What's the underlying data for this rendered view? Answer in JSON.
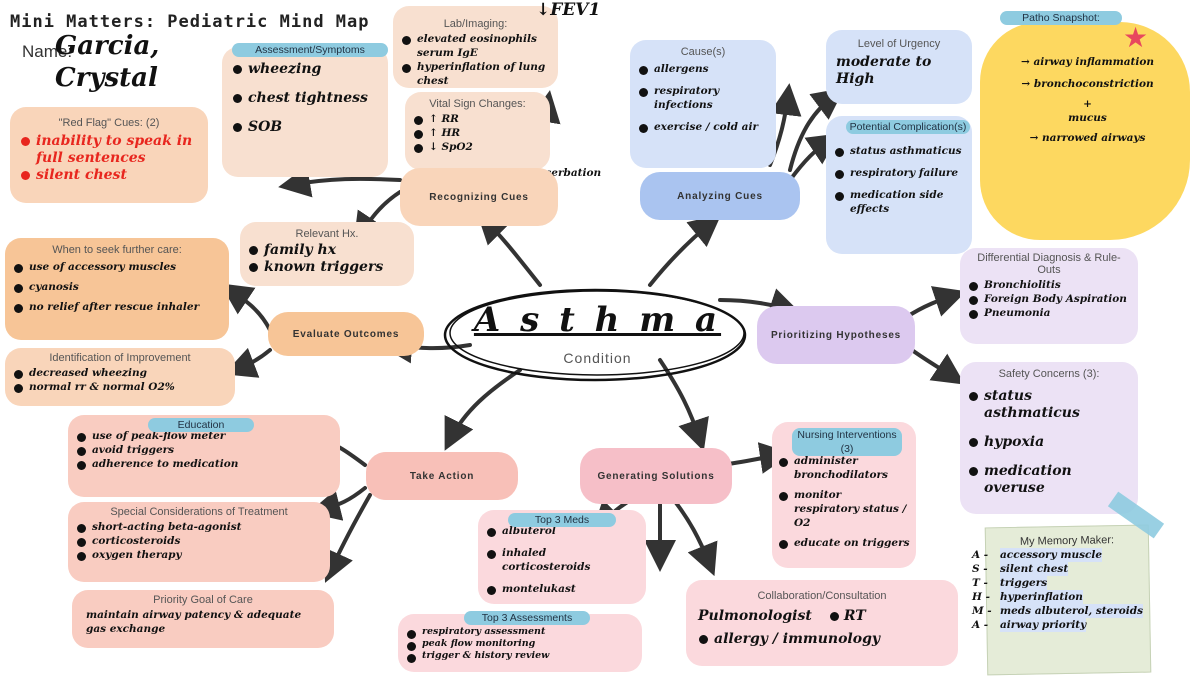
{
  "title": "Mini Matters: Pediatric Mind Map",
  "name_label": "Name:",
  "student_name": "Garcia, Crystal",
  "center": {
    "title": "A s t h m a",
    "subtitle": "Condition"
  },
  "nodes": {
    "recognizing": "Recognizing Cues",
    "analyzing": "Analyzing Cues",
    "prioritizing": "Prioritizing Hypotheses",
    "generating": "Generating Solutions",
    "take_action": "Take Action",
    "evaluate": "Evaluate Outcomes"
  },
  "assessment": {
    "label": "Assessment/Symptoms",
    "items": [
      "wheezing",
      "chest tightness",
      "SOB"
    ]
  },
  "red_flag": {
    "label": "\"Red Flag\" Cues: (2)",
    "items": [
      "inability to speak in full sentences",
      "silent chest"
    ]
  },
  "lab_imaging": {
    "label": "Lab/Imaging:",
    "note": "↓FEV1",
    "items": [
      "elevated eosinophils serum IgE",
      "hyperinflation of lung chest"
    ]
  },
  "vital_signs": {
    "label": "Vital Sign Changes:",
    "items": [
      "↑ RR",
      "↑ HR",
      "↓ SpO2"
    ],
    "extra": "during exacerbation"
  },
  "relevant_hx": {
    "label": "Relevant Hx.",
    "items": [
      "family hx",
      "known triggers"
    ]
  },
  "causes": {
    "label": "Cause(s)",
    "items": [
      "allergens",
      "respiratory infections",
      "exercise / cold air"
    ]
  },
  "urgency": {
    "label": "Level of Urgency",
    "value": "moderate to High"
  },
  "complications": {
    "label": "Potential Complication(s)",
    "items": [
      "status asthmaticus",
      "respiratory failure",
      "medication side effects"
    ]
  },
  "patho": {
    "label": "Patho Snapshot:",
    "lines": [
      "→ airway inflammation",
      "→ bronchoconstriction",
      "+",
      "mucus",
      "→ narrowed airways"
    ]
  },
  "differential": {
    "label": "Differential Diagnosis & Rule-Outs",
    "items": [
      "Bronchiolitis",
      "Foreign Body Aspiration",
      "Pneumonia"
    ]
  },
  "safety": {
    "label": "Safety Concerns (3):",
    "items": [
      "status asthmaticus",
      "hypoxia",
      "medication overuse"
    ]
  },
  "seek_care": {
    "label": "When to seek further care:",
    "items": [
      "use of accessory muscles",
      "cyanosis",
      "no relief after rescue inhaler"
    ]
  },
  "improvement": {
    "label": "Identification of Improvement",
    "items": [
      "decreased wheezing",
      "normal rr & normal O2%"
    ]
  },
  "education": {
    "label": "Education",
    "items": [
      "use of peak-flow meter",
      "avoid triggers",
      "adherence to medication"
    ]
  },
  "special": {
    "label": "Special Considerations of Treatment",
    "items": [
      "short-acting beta-agonist",
      "corticosteroids",
      "oxygen therapy"
    ]
  },
  "priority_goal": {
    "label": "Priority Goal of Care",
    "items": [
      "maintain airway patency & adequate gas exchange"
    ]
  },
  "meds": {
    "label": "Top 3 Meds",
    "items": [
      "albuterol",
      "inhaled corticosteroids",
      "montelukast"
    ]
  },
  "assessments": {
    "label": "Top 3 Assessments",
    "items": [
      "respiratory assessment",
      "peak flow monitoring",
      "trigger & history review"
    ]
  },
  "nursing": {
    "label": "Nursing Interventions (3)",
    "items": [
      "administer bronchodilators",
      "monitor respiratory status / O2",
      "educate on triggers"
    ]
  },
  "collaboration": {
    "label": "Collaboration/Consultation",
    "items": [
      "Pulmonologist",
      "RT",
      "allergy / immunology"
    ]
  },
  "memory": {
    "label": "My Memory Maker:",
    "rows": [
      {
        "letter": "A -",
        "text": "accessory muscle"
      },
      {
        "letter": "S -",
        "text": "silent chest"
      },
      {
        "letter": "T -",
        "text": "triggers"
      },
      {
        "letter": "H -",
        "text": "hyperinflation"
      },
      {
        "letter": "M -",
        "text": "meds albuterol, steroids"
      },
      {
        "letter": "A -",
        "text": "airway priority"
      }
    ]
  },
  "colors": {
    "red": "#e8261e",
    "blue_ink": "#2a48c8",
    "patho_cloud": "#fdd860",
    "star": "#e8475e"
  }
}
